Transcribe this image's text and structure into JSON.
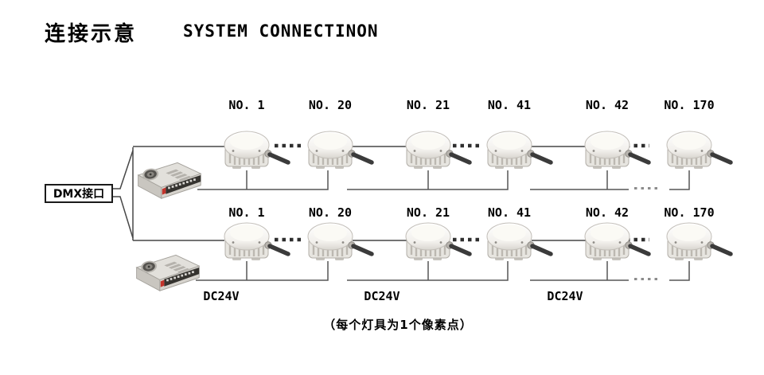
{
  "title": {
    "zh": "连接示意",
    "en": "SYSTEM CONNECTINON"
  },
  "dmx": {
    "label": "DMX接口"
  },
  "lamp_rows": [
    {
      "name": "row-1",
      "labels": [
        "NO. 1",
        "NO. 20",
        "NO. 21",
        "NO. 41",
        "NO. 42",
        "NO. 170"
      ]
    },
    {
      "name": "row-2",
      "labels": [
        "NO. 1",
        "NO. 20",
        "NO. 21",
        "NO. 41",
        "NO. 42",
        "NO. 170"
      ]
    }
  ],
  "power": {
    "voltage_labels": [
      "DC24V",
      "DC24V",
      "DC24V"
    ]
  },
  "caption": "（每个灯具为1个像素点）",
  "icons": {
    "lamp": "lamp-icon",
    "psu": "psu-icon"
  },
  "colors": {
    "wire": "#474747",
    "cable": "#3b3b3b",
    "text": "#000000",
    "bus_dots": "#8c8c8c"
  }
}
